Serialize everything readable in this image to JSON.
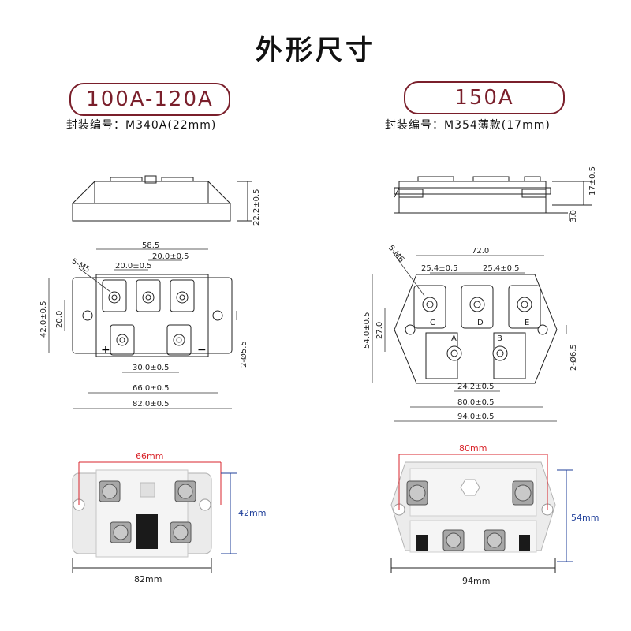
{
  "page_title": "外形尺寸",
  "left": {
    "rating": "100A-120A",
    "package": "封装编号：M340A(22mm)",
    "dims": {
      "height": "22.2±0.5",
      "span_585": "58.5",
      "d20a": "20.0±0.5",
      "d20b": "20.0±0.5",
      "screw": "5-M5",
      "h42": "42.0±0.5",
      "h20": "20.0",
      "d30": "30.0±0.5",
      "d66": "66.0±0.5",
      "d82": "82.0±0.5",
      "hole": "2-Ø5.5"
    },
    "photo": {
      "width_label": "66mm",
      "height_label": "42mm",
      "overall_label": "82mm"
    },
    "polarity": [
      "+",
      "−"
    ]
  },
  "right": {
    "rating": "150A",
    "package": "封装编号：M354薄款(17mm)",
    "dims": {
      "height": "17±0.5",
      "base": "3.0",
      "screw": "5-M6",
      "d72": "72.0",
      "d254a": "25.4±0.5",
      "d254b": "25.4±0.5",
      "h54": "54.0±0.5",
      "h27": "27.0",
      "hole": "2-Ø6.5",
      "d242": "24.2±0.5",
      "d80": "80.0±0.5",
      "d94": "94.0±0.5"
    },
    "photo": {
      "width_label": "80mm",
      "height_label": "54mm",
      "overall_label": "94mm"
    },
    "terminal_letters": [
      "C",
      "D",
      "E",
      "A",
      "B"
    ]
  },
  "colors": {
    "accent": "#7a1f2b",
    "photo_dim_red": "#d9262c",
    "photo_dim_blue": "#1f3f9a"
  }
}
